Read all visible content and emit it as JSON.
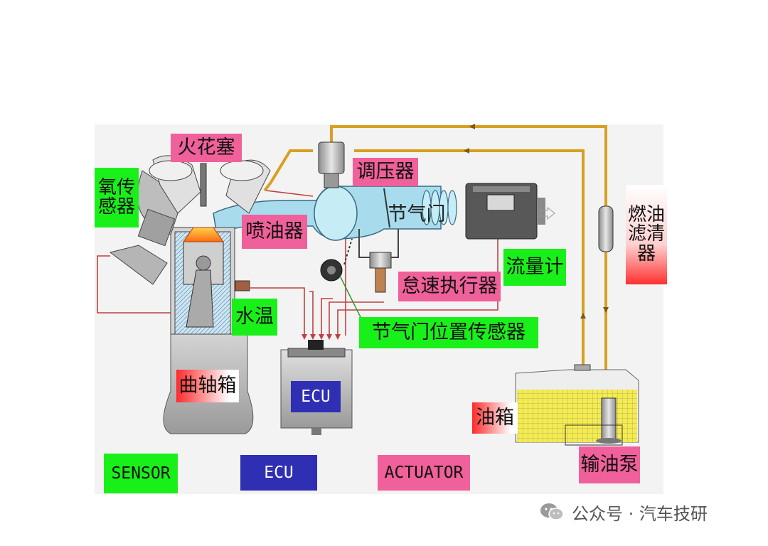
{
  "labels": {
    "spark_plug": "火花塞",
    "oxygen_sensor": "氧传\n感器",
    "regulator": "调压器",
    "throttle": "节气门",
    "injector": "喷油器",
    "fuel_filter": "燃油\n滤清\n器",
    "airflow_meter": "流量计",
    "idle_actuator": "怠速执行器",
    "water_temp": "水温",
    "throttle_position_sensor": "节气门位置传感器",
    "crankcase": "曲轴箱",
    "ecu_unit": "ECU",
    "fuel_tank": "油箱",
    "fuel_pump": "输油泵"
  },
  "legend": {
    "sensor": "SENSOR",
    "ecu": "ECU",
    "actuator": "ACTUATOR"
  },
  "watermark": {
    "text": "公众号 · 汽车技研",
    "icon": "wechat-icon"
  },
  "colors": {
    "sensor_green": "#19f019",
    "actuator_pink": "#f0609a",
    "ecu_blue": "#2f2fb4",
    "fuel_line": "#d8a020",
    "signal_wire": "#c04040",
    "intake_blue": "#a8dcec",
    "fuel_yellow": "#f4ec50"
  }
}
